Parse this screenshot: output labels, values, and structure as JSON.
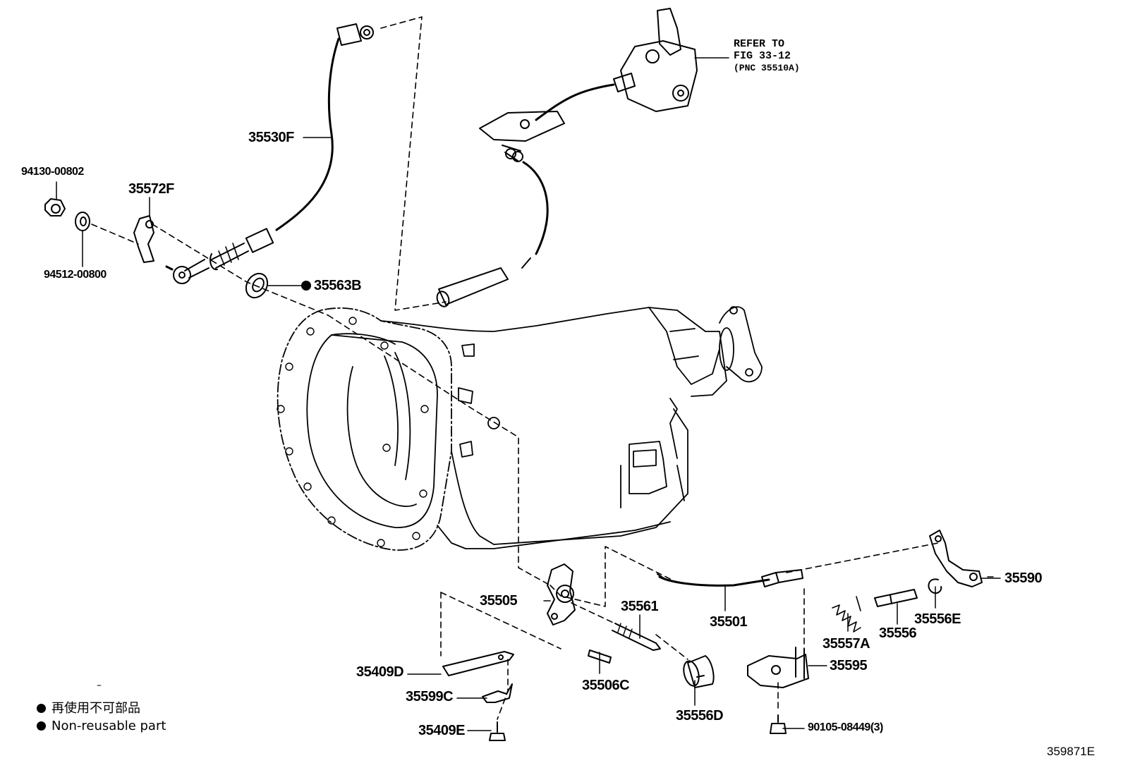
{
  "labels": {
    "p94130": "94130-00802",
    "p35572F": "35572F",
    "p35530F": "35530F",
    "p94512": "94512-00800",
    "p35563B": "35563B",
    "p35505": "35505",
    "p35561": "35561",
    "p35501": "35501",
    "p35590": "35590",
    "p35556E": "35556E",
    "p35557A": "35557A",
    "p35556": "35556",
    "p35595": "35595",
    "p35409D": "35409D",
    "p35599C": "35599C",
    "p35409E": "35409E",
    "p35506C": "35506C",
    "p35556D": "35556D",
    "p90105": "90105-08449(3)"
  },
  "refer": {
    "line1": "REFER TO",
    "line2": "FIG 33-12",
    "line3": "(PNC 35510A)"
  },
  "legend": {
    "dash": "–",
    "jp": "再使用不可部品",
    "en": "Non-reusable part"
  },
  "figure_code": "359871E",
  "colors": {
    "ink": "#000000",
    "background": "#ffffff"
  }
}
